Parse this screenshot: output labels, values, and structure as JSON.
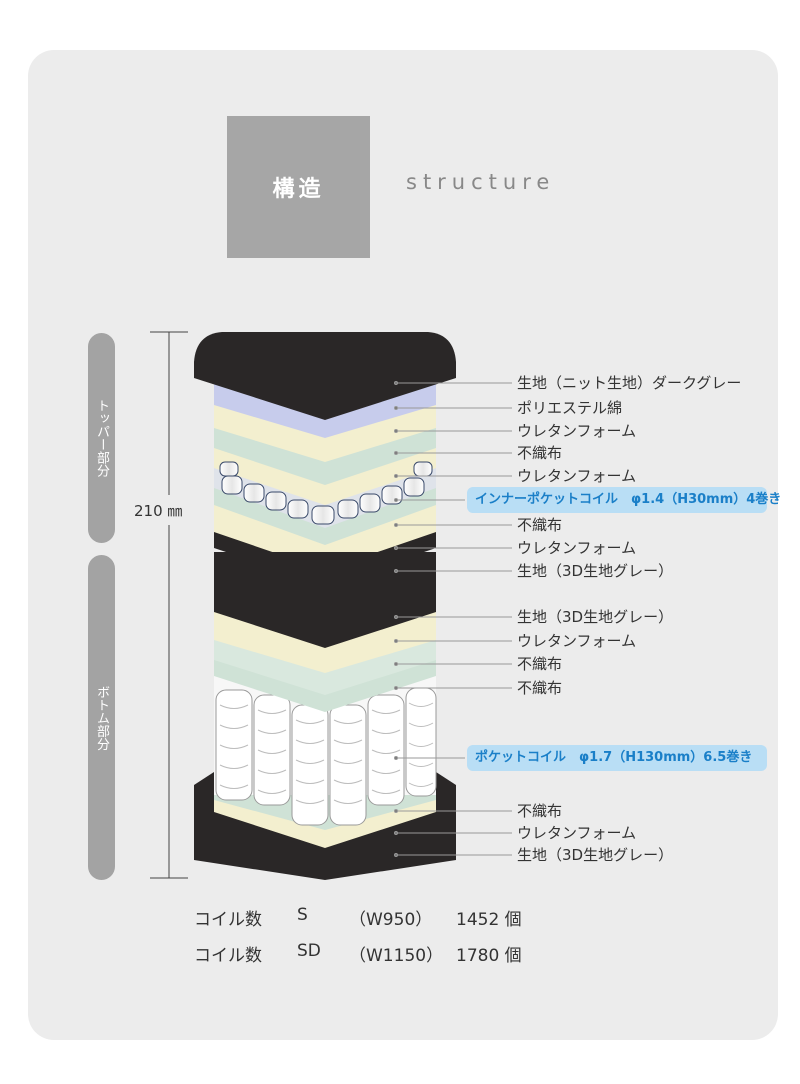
{
  "header": {
    "title": "構造",
    "subtitle": "structure"
  },
  "side": {
    "top_label": "トッパー部分",
    "bottom_label": "ボトム部分",
    "height_label": "210 ㎜"
  },
  "labels": [
    "生地（ニット生地）ダークグレー",
    "ポリエステル綿",
    "ウレタンフォーム",
    "不織布",
    "ウレタンフォーム",
    "不織布",
    "ウレタンフォーム",
    "生地（3D生地グレー）",
    "生地（3D生地グレー）",
    "ウレタンフォーム",
    "不織布",
    "不織布",
    "不織布",
    "ウレタンフォーム",
    "生地（3D生地グレー）"
  ],
  "callouts": {
    "inner_coil": "インナーポケットコイル　φ1.4（H30mm）4巻き",
    "pocket_coil": "ポケットコイル　φ1.7（H130mm）6.5巻き"
  },
  "coil_counts": [
    {
      "label": "コイル数",
      "size": "S",
      "width": "（W950）",
      "count": "1452 個"
    },
    {
      "label": "コイル数",
      "size": "SD",
      "width": "（W1150）",
      "count": "1780 個"
    }
  ],
  "colors": {
    "dark": "#2a2727",
    "cream": "#f3efcf",
    "mint": "#cfe2d6",
    "lavender": "#c7ccec",
    "pill": "#b9def5",
    "pill_text": "#1a7fc8"
  }
}
